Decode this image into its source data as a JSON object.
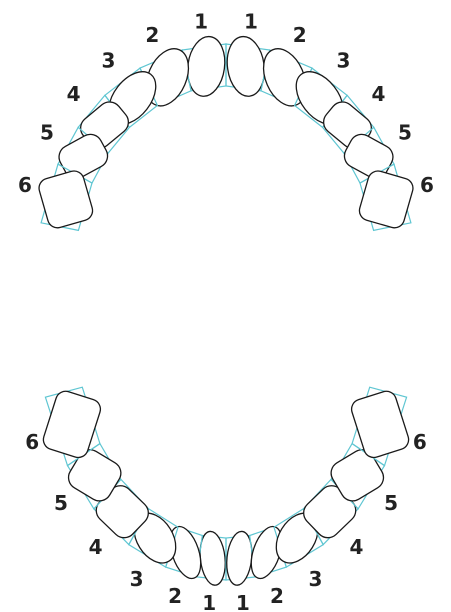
{
  "colors": {
    "grid_line": "#5fc6d2",
    "tooth_outline": "#1a1a1a",
    "label_text": "#222222",
    "background": "#ffffff"
  },
  "upper_arch": {
    "right_labels": [
      "1",
      "2",
      "3",
      "4",
      "5",
      "6"
    ],
    "left_labels": [
      "1",
      "2",
      "3",
      "4",
      "5",
      "6"
    ]
  },
  "lower_arch": {
    "right_labels": [
      "1",
      "2",
      "3",
      "4",
      "5",
      "6"
    ],
    "left_labels": [
      "1",
      "2",
      "3",
      "4",
      "5",
      "6"
    ]
  }
}
